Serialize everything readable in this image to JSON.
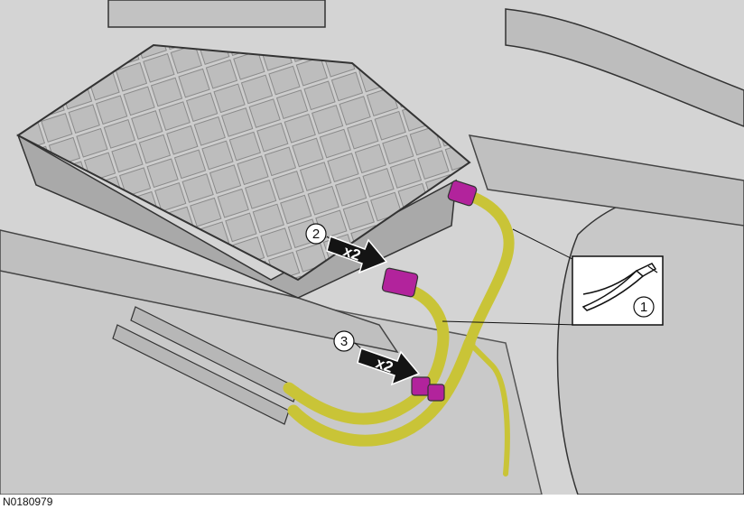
{
  "figure_id": "N0180979",
  "callouts": [
    {
      "number": "1"
    },
    {
      "number": "2"
    },
    {
      "number": "3"
    }
  ],
  "arrows": [
    {
      "multiplier": "x2"
    },
    {
      "multiplier": "x2"
    }
  ],
  "colors": {
    "background_gray": "#d6d6d6",
    "component_gray": "#c4c4c4",
    "hose_yellow": "#c9c437",
    "clamp_magenta": "#b2239c",
    "line_black": "#111111",
    "arrow_black": "#141414"
  },
  "icons": {
    "tool_icon": "hose-clamp-pliers-icon"
  }
}
